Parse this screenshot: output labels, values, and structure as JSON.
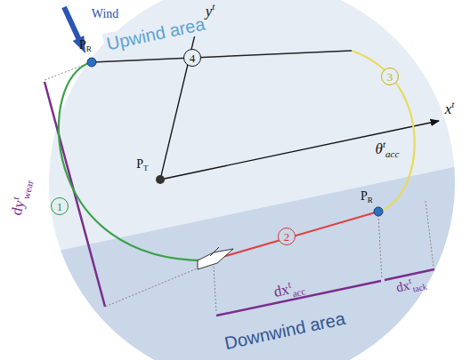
{
  "diagram": {
    "nodes": [
      {
        "text": [
          "1"
        ]
      },
      {
        "text": [
          "2"
        ]
      },
      {
        "text": [
          "3"
        ]
      },
      {
        "text": [
          "4"
        ]
      }
    ],
    "labels": [
      "Wind",
      "Upwind area",
      "Downwind area",
      "y",
      "t",
      "x",
      "t",
      "P",
      "R",
      "P",
      "R",
      "P",
      "T",
      "θ",
      "t",
      "acc",
      "dy",
      "t",
      "wear",
      "dx",
      "t",
      "acc",
      "dx",
      "t",
      "tack"
    ]
  }
}
